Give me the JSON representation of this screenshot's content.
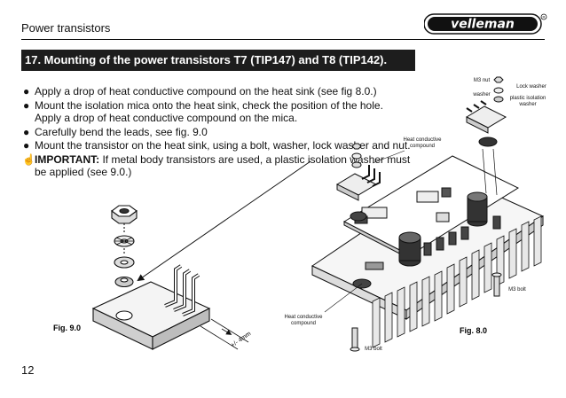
{
  "header": {
    "title": "Power transistors",
    "logo_text": "velleman"
  },
  "section": {
    "title": "17. Mounting of the power transistors T7 (TIP147) and T8 (TIP142)."
  },
  "bullets": [
    {
      "text": "Apply a drop of heat conductive compound on the heat sink (see fig 8.0.)"
    },
    {
      "text": "Mount the isolation mica onto the heat sink, check the position of the hole. Apply a drop of heat conductive compound on the mica."
    },
    {
      "text": "Carefully bend the leads, see fig. 9.0"
    },
    {
      "text": "Mount the transistor on the heat sink, using a bolt, washer, lock washer and nut."
    }
  ],
  "important": {
    "label": "IMPORTANT:",
    "text": " If metal body transistors are used, a plastic isolation washer must be applied (see 9.0.)"
  },
  "fig9": {
    "label": "Fig. 9.0",
    "dimension": "+/- 4mm"
  },
  "fig8": {
    "label": "Fig. 8.0",
    "m3_nut": "M3 nut",
    "lock_washer": "Lock washer",
    "washer": "washer",
    "plastic_washer": "plastic isolation washer",
    "compound_top": "Heat conductive compound",
    "compound_bottom": "Heat conductive compound",
    "m3_bolt_right": "M3 bolt",
    "m3_bolt_bottom": "M3 bolt"
  },
  "page_number": "12",
  "icons": {
    "bullet": "bullet-dot-icon",
    "important": "pointing-hand-icon"
  },
  "colors": {
    "section_bar": "#1d1d1d",
    "text": "#111111"
  }
}
